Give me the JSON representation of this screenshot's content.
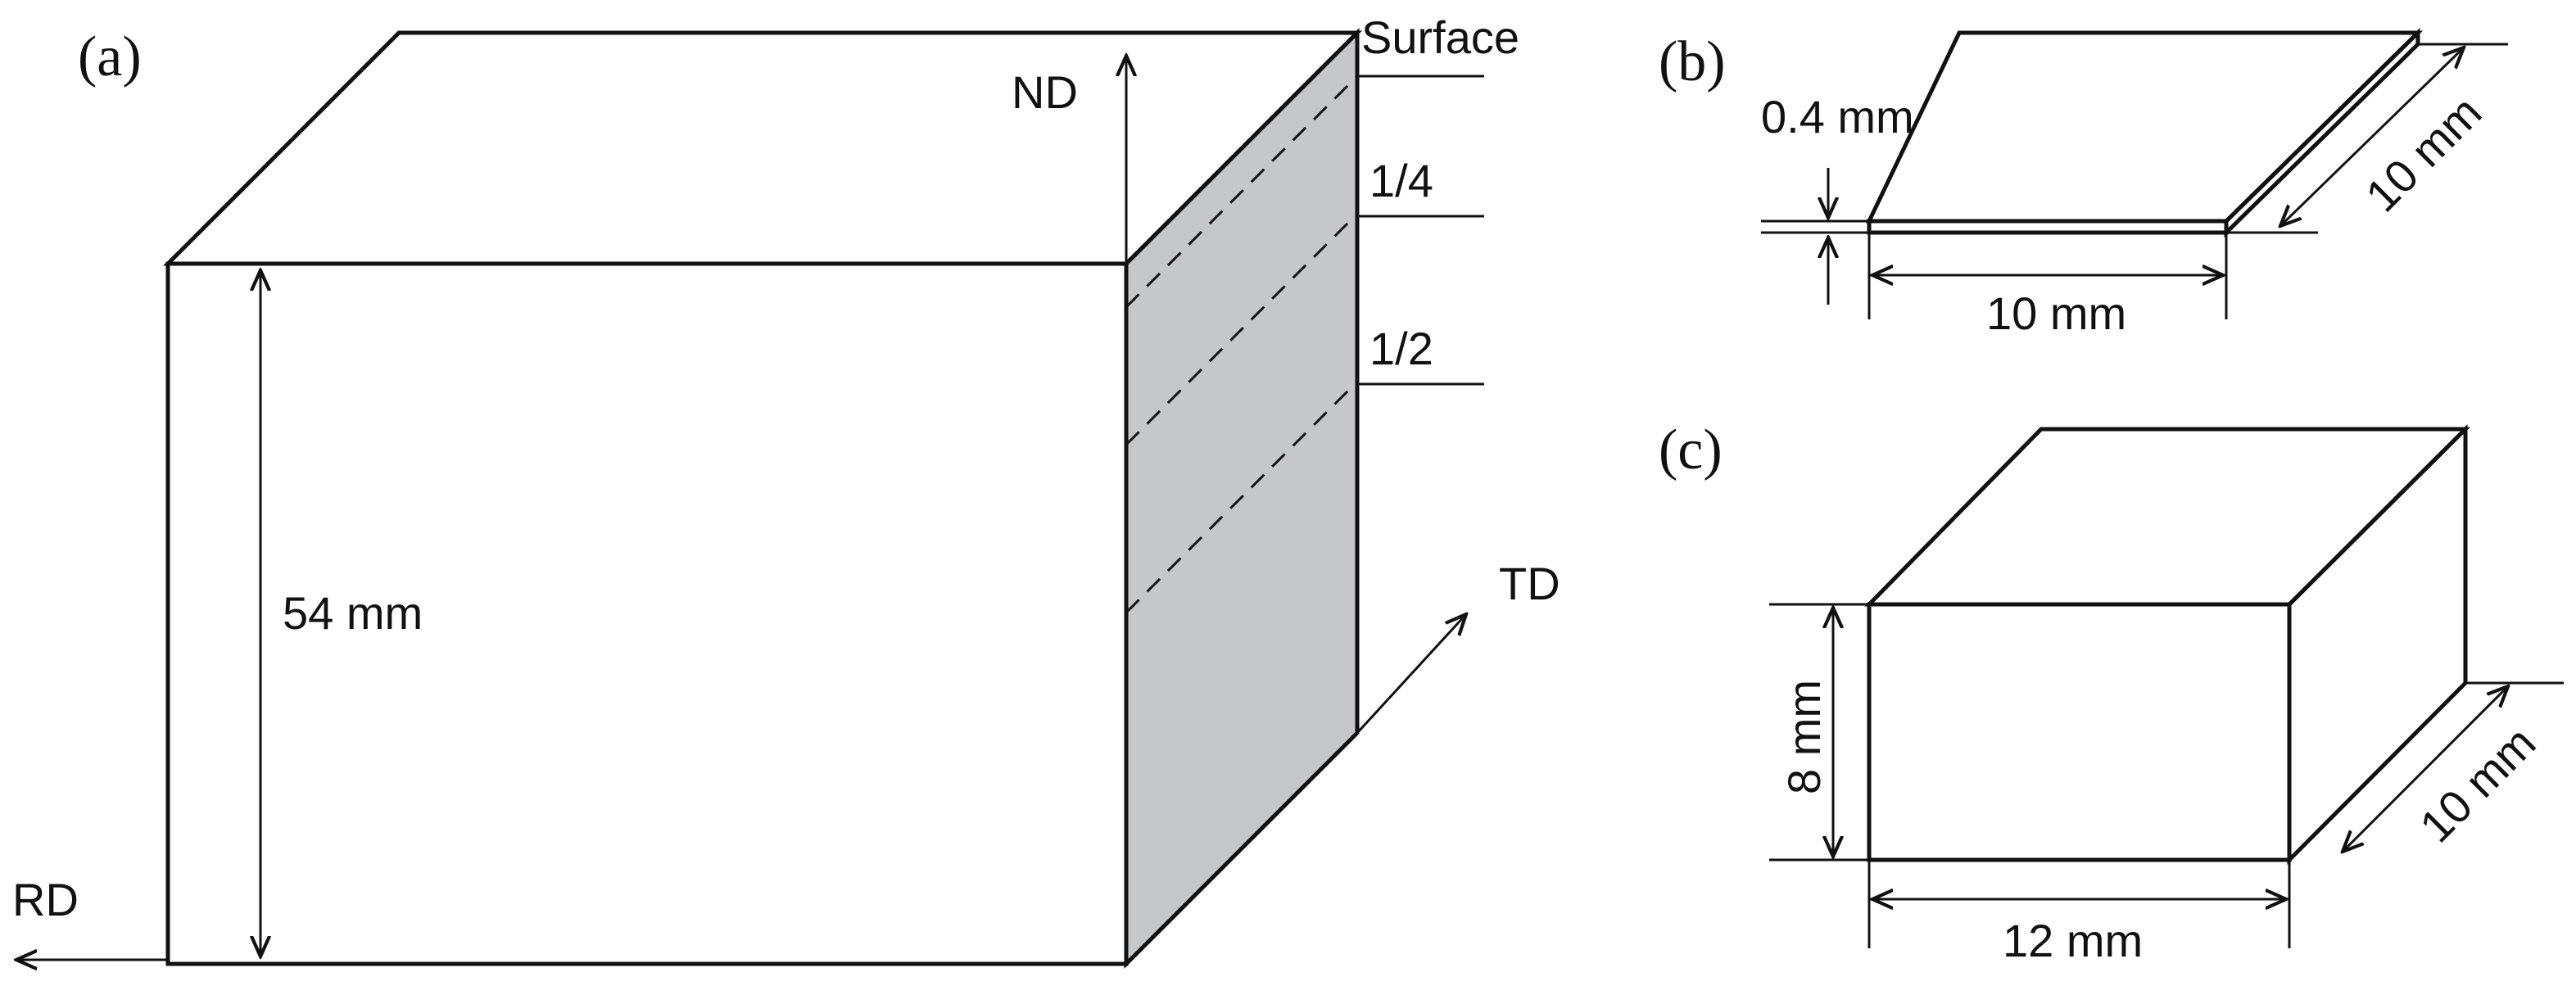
{
  "colors": {
    "line": "#111111",
    "shaded_face": "#c6c7cb",
    "background": "#ffffff"
  },
  "panel_a": {
    "label": "(a)",
    "axis_nd": "ND",
    "axis_td": "TD",
    "axis_rd": "RD",
    "height_dim": "54 mm",
    "level_surface": "Surface",
    "level_quarter": "1/4",
    "level_half": "1/2"
  },
  "panel_b": {
    "label": "(b)",
    "thickness_dim": "0.4 mm",
    "width_dim": "10 mm",
    "depth_dim": "10 mm"
  },
  "panel_c": {
    "label": "(c)",
    "height_dim": "8 mm",
    "width_dim": "12 mm",
    "depth_dim": "10 mm"
  }
}
